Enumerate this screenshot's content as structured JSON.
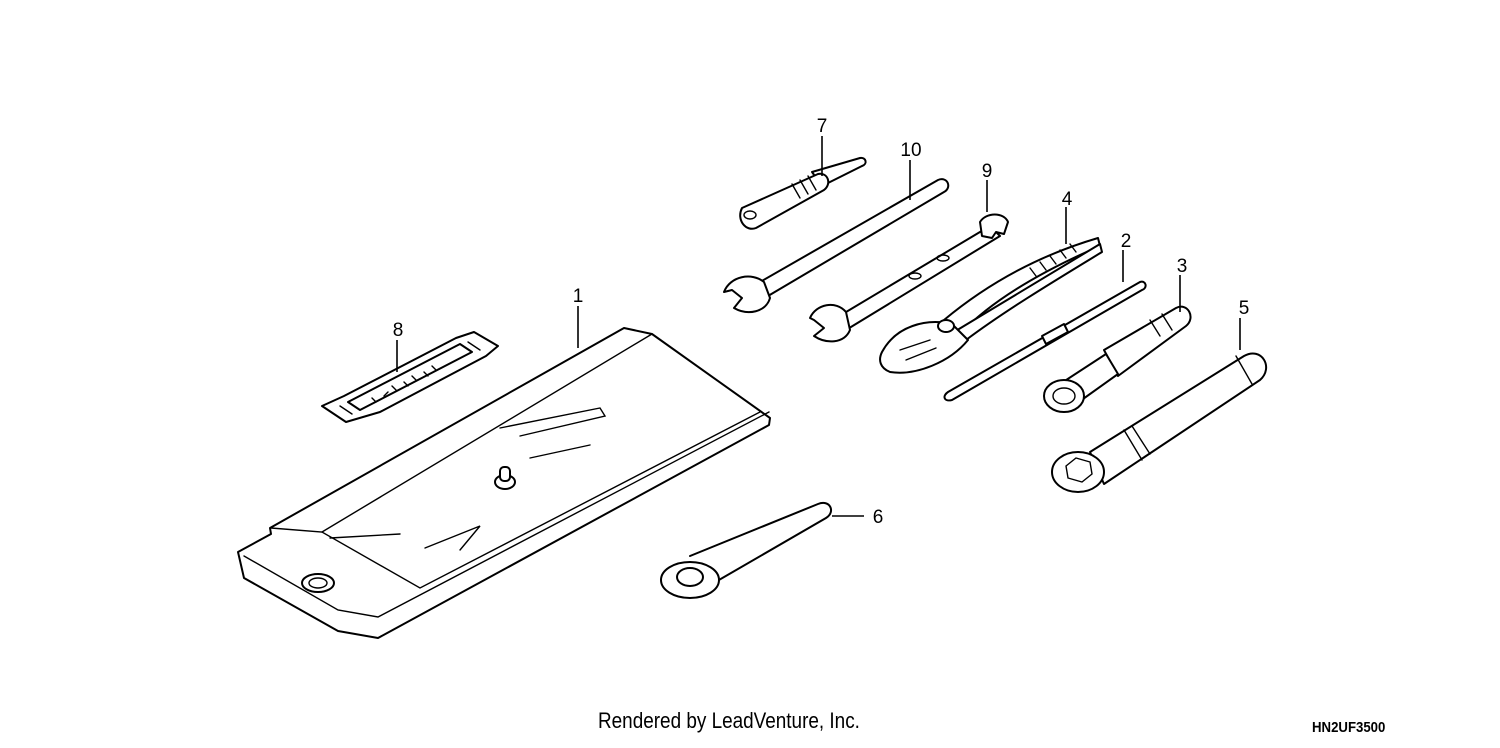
{
  "callouts": [
    {
      "id": "tool-bag",
      "label": "1"
    },
    {
      "id": "screwdriver",
      "label": "2"
    },
    {
      "id": "screwdriver-grip",
      "label": "3"
    },
    {
      "id": "pliers",
      "label": "4"
    },
    {
      "id": "box-wrench",
      "label": "5"
    },
    {
      "id": "spark-plug-wrench",
      "label": "6"
    },
    {
      "id": "hex-tool",
      "label": "7"
    },
    {
      "id": "tool-belt",
      "label": "8"
    },
    {
      "id": "open-end-wrench-small",
      "label": "9"
    },
    {
      "id": "open-end-wrench-large",
      "label": "10"
    }
  ],
  "footer": {
    "credit": "Rendered by LeadVenture, Inc.",
    "diagram_code": "HN2UF3500"
  }
}
